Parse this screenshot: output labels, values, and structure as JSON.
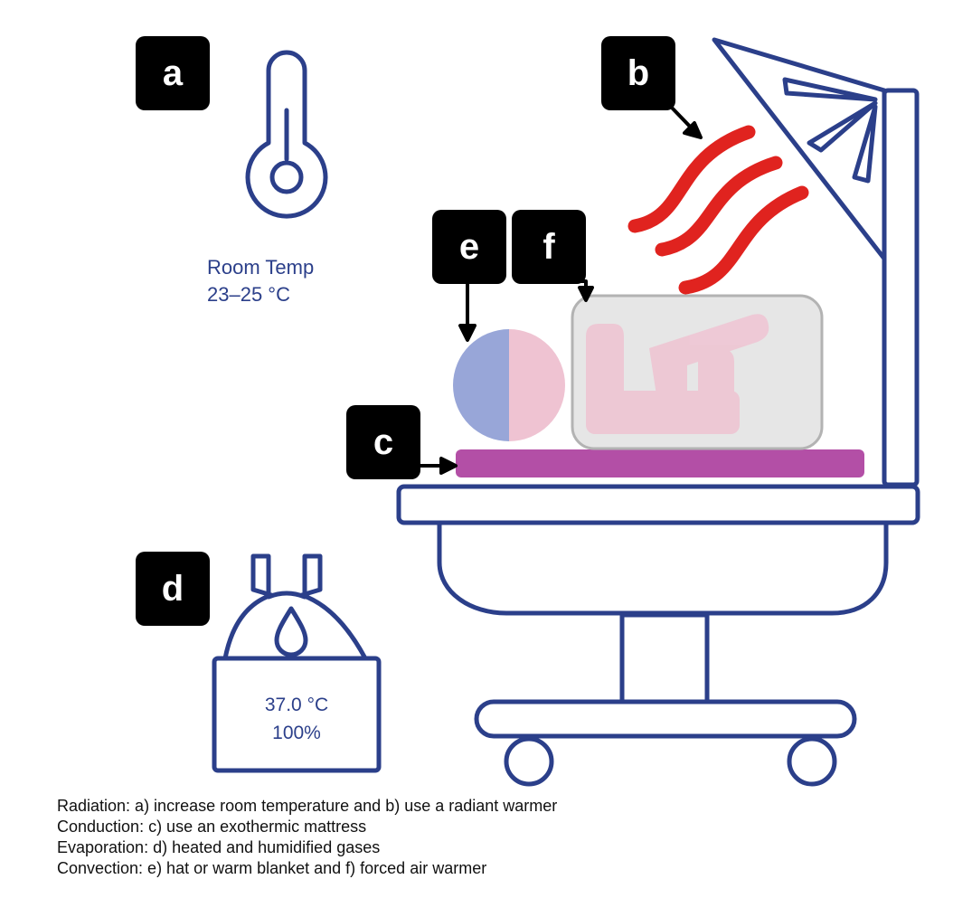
{
  "labels": {
    "a": "a",
    "b": "b",
    "c": "c",
    "d": "d",
    "e": "e",
    "f": "f"
  },
  "room_temperature": {
    "line1": "Room Temp",
    "line2": "23–25 °C"
  },
  "humidifier": {
    "temperature": "37.0 °C",
    "humidity": "100%"
  },
  "legend": [
    "Radiation: a) increase room temperature and b) use a radiant warmer",
    "Conduction: c) use an exothermic mattress",
    "Evaporation: d) heated and humidified gases",
    "Convection: e) hat or warm blanket and f) forced air warmer"
  ],
  "colors": {
    "outline": "#2b3f8a",
    "heat_waves": "#e0231f",
    "mattress": "#b34fa6",
    "hat_blue": "#98a6d8",
    "baby_pink": "#efc3d2",
    "air_warmer_fill": "#e6e6e6",
    "air_warmer_border": "#b3b3b3"
  },
  "icons": [
    "thermometer-icon",
    "water-drop-icon",
    "heat-wave-icon"
  ]
}
